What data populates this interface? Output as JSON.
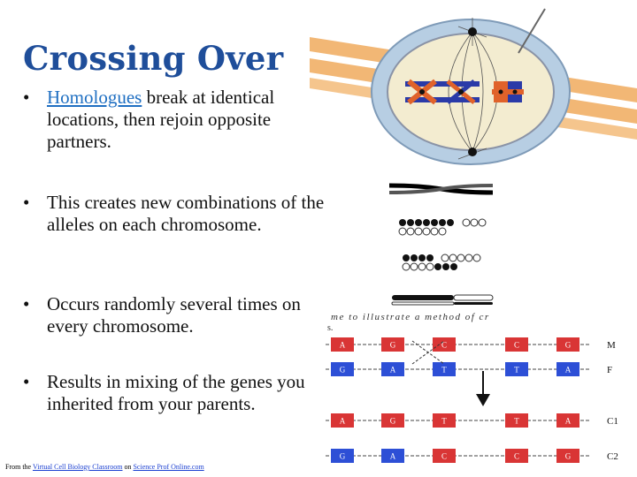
{
  "title": "Crossing Over",
  "bullets": [
    {
      "link": "Homologues",
      "rest": " break at identical locations, then rejoin opposite partners."
    },
    {
      "text": "This creates new combinations of the alleles on each chromosome."
    },
    {
      "text": "Occurs randomly several times on every chromosome."
    },
    {
      "text": "Results in mixing of the genes you inherited from your parents."
    }
  ],
  "bullet_symbol": "•",
  "footer": {
    "prefix": "From the ",
    "link1": "Virtual Cell Biology Classroom",
    "middle": " on ",
    "link2": "Science Prof Online.com"
  },
  "diagram": {
    "caption": "me to illustrate a method of cr",
    "caption2": "s.",
    "rows": [
      {
        "label": "M",
        "genes": [
          "A",
          "G",
          "C",
          "C",
          "G"
        ]
      },
      {
        "label": "F",
        "genes": [
          "G",
          "A",
          "T",
          "T",
          "A"
        ]
      },
      {
        "label": "C1",
        "genes": [
          "A",
          "G",
          "T",
          "T",
          "A"
        ]
      },
      {
        "label": "C2",
        "genes": [
          "G",
          "A",
          "C",
          "C",
          "G"
        ]
      }
    ]
  },
  "colors": {
    "title": "#1f4e9a",
    "link": "#1f6fc2",
    "gene_red": "#d93535",
    "gene_blue": "#2d4fd6",
    "cell_fill": "#f3ecd0",
    "cell_ring": "#aac4dc",
    "membrane_bands": "#f0b06a"
  }
}
